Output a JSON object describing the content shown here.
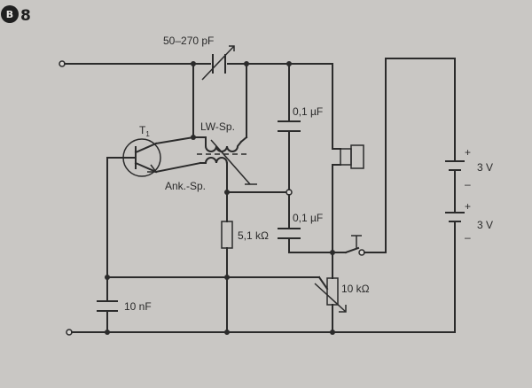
{
  "figure": {
    "badge": "B",
    "number": "8"
  },
  "components": {
    "variable_capacitor": "50–270 pF",
    "transistor": "T",
    "transistor_sub": "1",
    "lw_coil": "LW-Sp.",
    "ank_coil": "Ank.-Sp.",
    "cap_upper": "0,1 µF",
    "cap_lower": "0,1 µF",
    "resistor_5k1": "5,1 kΩ",
    "potentiometer": "10 kΩ",
    "cap_10n": "10 nF",
    "battery_upper": "3 V",
    "battery_lower": "3 V",
    "plus_sign": "+",
    "minus_sign": "–"
  }
}
